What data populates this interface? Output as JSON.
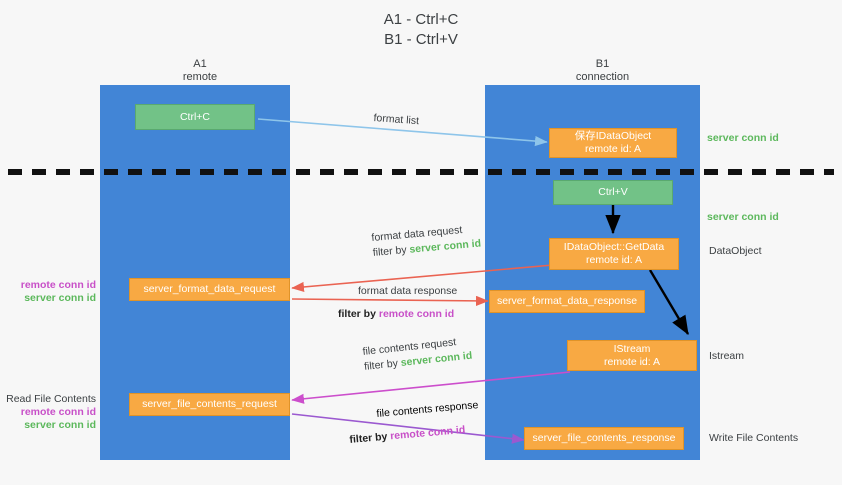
{
  "title": {
    "line1": "A1 - Ctrl+C",
    "line2": "B1 - Ctrl+V"
  },
  "columns": [
    {
      "name": "A1",
      "sub": "remote"
    },
    {
      "name": "B1",
      "sub": "connection"
    }
  ],
  "boxes": {
    "ctrl_c": "Ctrl+C",
    "ctrl_v": "Ctrl+V",
    "save_idataobject_l1": "保存IDataObject",
    "save_idataobject_l2": "remote id: A",
    "getdata_l1": "IDataObject::GetData",
    "getdata_l2": "remote id: A",
    "istream_l1": "IStream",
    "istream_l2": "remote id: A",
    "server_format_data_request": "server_format_data_request",
    "server_format_data_response": "server_format_data_response",
    "server_file_contents_request": "server_file_contents_request",
    "server_file_contents_response": "server_file_contents_response"
  },
  "edges": {
    "format_list": "format list",
    "format_data_request": "format data request",
    "format_data_response": "format data response",
    "file_contents_request": "file contents request",
    "file_contents_response": "file contents response",
    "filter_by": "filter by",
    "server_conn_id": "server conn id",
    "remote_conn_id": "remote conn id"
  },
  "side_labels": {
    "right_server_conn_id_top": "server conn id",
    "right_server_conn_id_mid": "server conn id",
    "right_dataobject": "DataObject",
    "right_istream": "Istream",
    "right_write_file_contents": "Write File Contents",
    "left_read_file_contents": "Read File Contents",
    "left_remote_conn_id_1": "remote conn id",
    "left_server_conn_id_1": "server conn id",
    "left_remote_conn_id_2": "remote conn id",
    "left_server_conn_id_2": "server conn id"
  },
  "colors": {
    "lane": "#4285d6",
    "green_box": "#72c287",
    "orange_box": "#f8a943",
    "server_conn_id": "#5cb85c",
    "remote_conn_id": "#c850c8",
    "arrow_blue": "#8ec5ea",
    "arrow_red": "#ea6352",
    "arrow_magenta": "#cc4ecc",
    "arrow_purple": "#9b59d0",
    "arrow_black": "#000000",
    "divider": "#111111",
    "background": "#f7f7f7",
    "text": "#3c4043"
  }
}
